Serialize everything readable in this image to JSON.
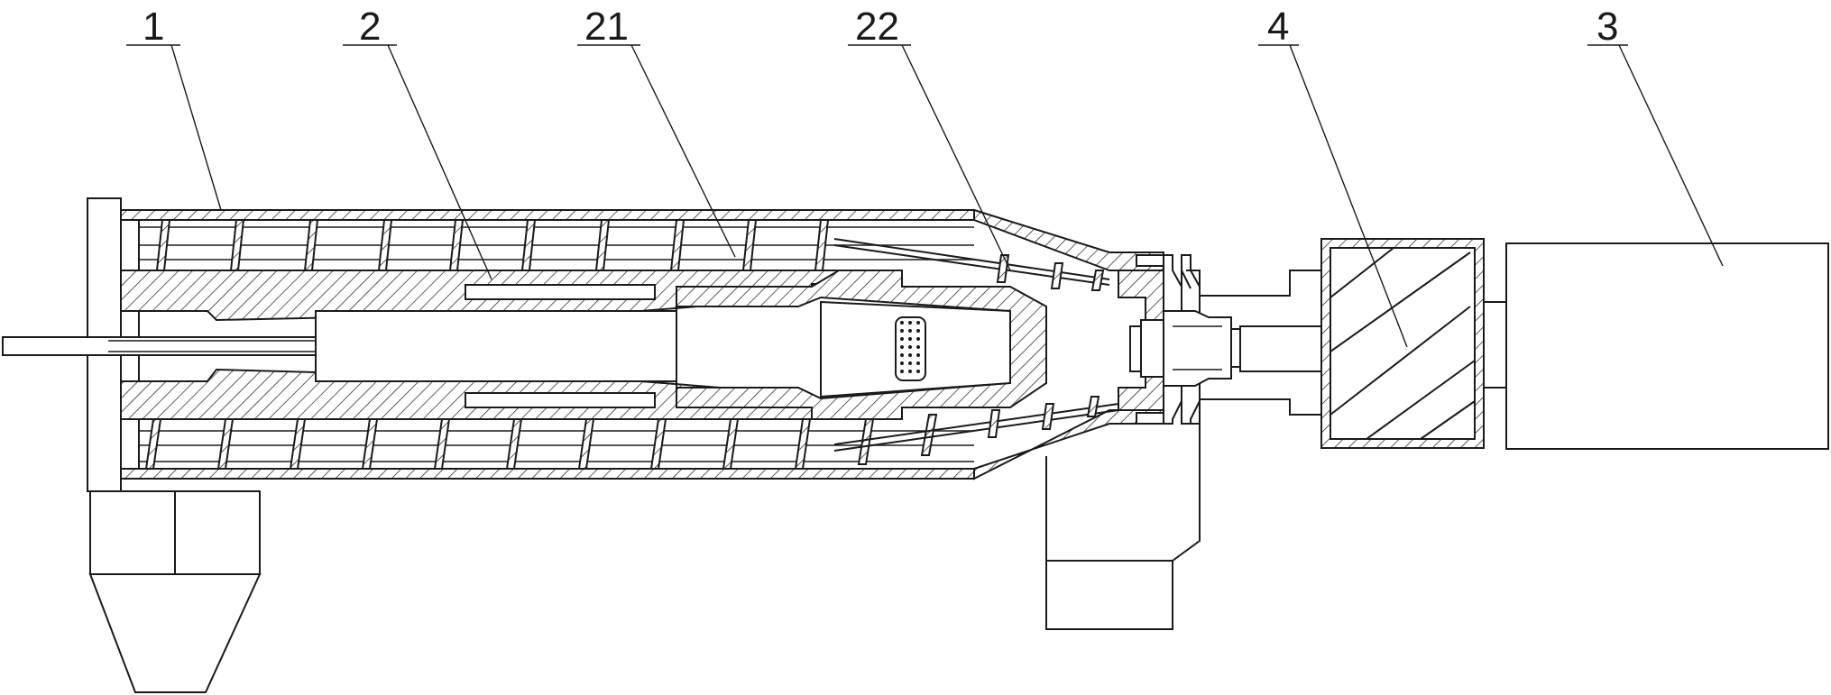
{
  "figure": {
    "description_free": true,
    "labels": [
      {
        "id": "label-1",
        "text": "1"
      },
      {
        "id": "label-2",
        "text": "2"
      },
      {
        "id": "label-21",
        "text": "21"
      },
      {
        "id": "label-22",
        "text": "22"
      },
      {
        "id": "label-4",
        "text": "4"
      },
      {
        "id": "label-3",
        "text": "3"
      }
    ]
  }
}
